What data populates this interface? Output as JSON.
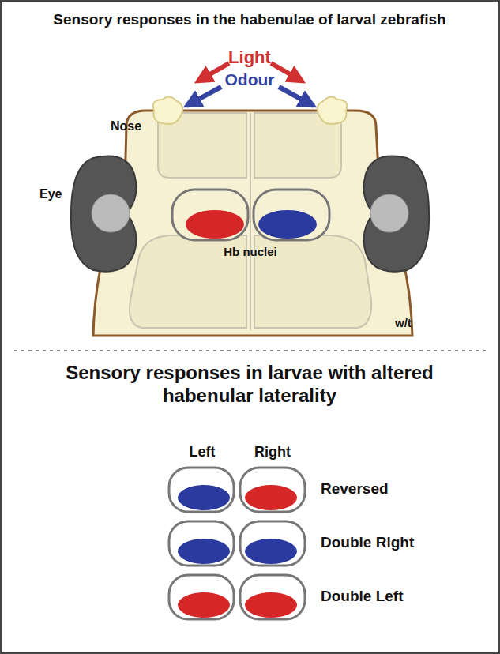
{
  "diagram": {
    "title": "Sensory responses in the habenulae of larval zebrafish",
    "labels": [
      "Light",
      "Odour",
      "Nose",
      "Eye",
      "Hb nuclei",
      "w/t",
      "Sensory responses in larvae with altered habenular laterality",
      "Left",
      "Right",
      "Reversed",
      "Double Right",
      "Double Left"
    ]
  }
}
